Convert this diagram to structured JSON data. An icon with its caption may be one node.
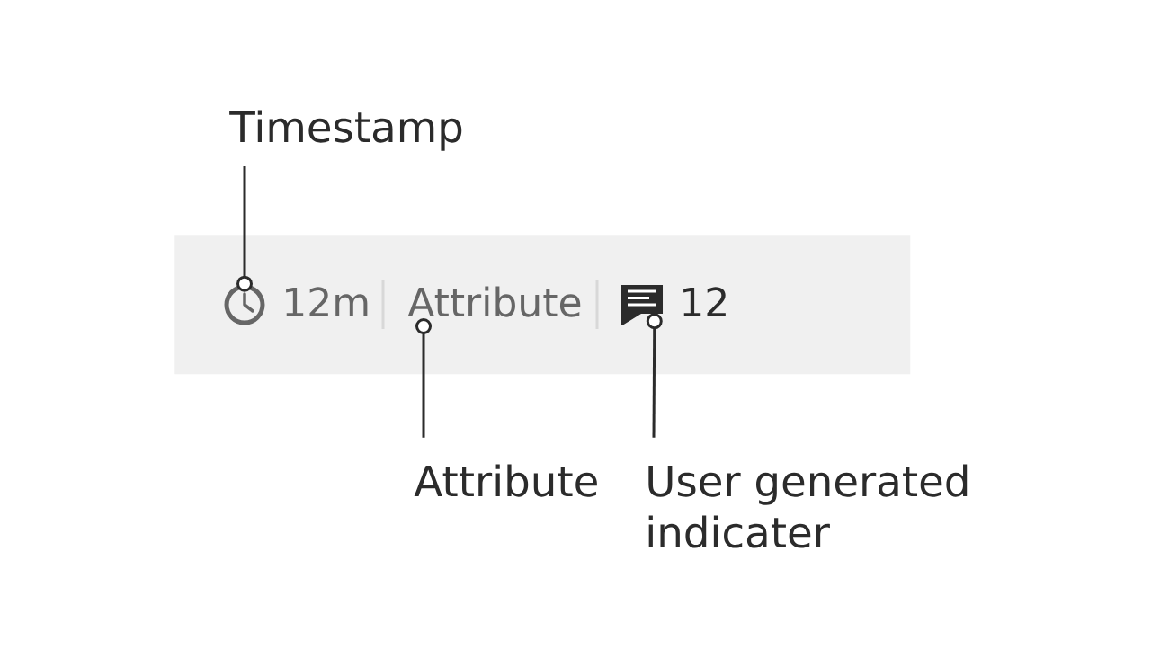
{
  "diagram": {
    "nodes": [
      {
        "text": [
          "Timestamp"
        ]
      },
      {
        "text": [],
        "shape": "bar"
      },
      {
        "text": [],
        "shape": "picture",
        "in": 1
      },
      {
        "text": [
          "12m"
        ],
        "in": 1
      },
      {
        "text": [
          "Attribute"
        ],
        "in": 1
      },
      {
        "text": [],
        "shape": "picture",
        "in": 1
      },
      {
        "text": [
          "12"
        ],
        "in": 1
      },
      {
        "text": [
          "Attribute"
        ]
      },
      {
        "text": [
          "User generated indicater"
        ]
      }
    ],
    "edges": [
      {
        "from": 0,
        "to": 2,
        "arrow": "other"
      },
      {
        "from": 7,
        "to": 4,
        "arrow": "other"
      },
      {
        "from": 8,
        "to": 5,
        "arrow": "other"
      }
    ]
  }
}
